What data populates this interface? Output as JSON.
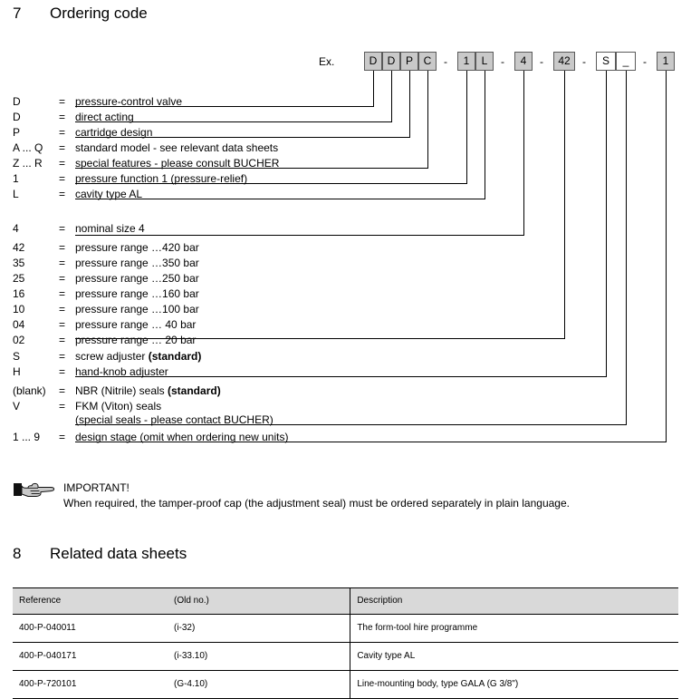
{
  "sections": {
    "ordering_code": {
      "number": "7",
      "title": "Ordering code"
    },
    "related_sheets": {
      "number": "8",
      "title": "Related data sheets"
    }
  },
  "example": {
    "label": "Ex.",
    "boxes": [
      {
        "text": "D",
        "filled": true
      },
      {
        "text": "D",
        "filled": true
      },
      {
        "text": "P",
        "filled": true
      },
      {
        "text": "C",
        "filled": true
      },
      {
        "text": "1",
        "filled": true
      },
      {
        "text": "L",
        "filled": true
      },
      {
        "text": "4",
        "filled": true
      },
      {
        "text": "42",
        "filled": true
      },
      {
        "text": "S",
        "filled": false
      },
      {
        "text": "_",
        "filled": false
      },
      {
        "text": "1",
        "filled": true
      }
    ],
    "separator": "-"
  },
  "legend": [
    {
      "code": "D",
      "eq": "=",
      "text": "pressure-control valve"
    },
    {
      "code": "D",
      "eq": "=",
      "text": "direct acting"
    },
    {
      "code": "P",
      "eq": "=",
      "text": "cartridge design"
    },
    {
      "code": "A ... Q",
      "eq": "=",
      "text": "standard model - see relevant data sheets"
    },
    {
      "code": "Z ... R",
      "eq": "=",
      "text": "special features - please consult BUCHER"
    },
    {
      "code": "1",
      "eq": "=",
      "text": "pressure function 1 (pressure-relief)"
    },
    {
      "code": "L",
      "eq": "=",
      "text": "cavity type AL"
    },
    {
      "code": "4",
      "eq": "=",
      "text": "nominal size 4"
    },
    {
      "code": "42",
      "eq": "=",
      "text": "pressure range …420 bar"
    },
    {
      "code": "35",
      "eq": "=",
      "text": "pressure range …350 bar"
    },
    {
      "code": "25",
      "eq": "=",
      "text": "pressure range …250 bar"
    },
    {
      "code": "16",
      "eq": "=",
      "text": "pressure range …160 bar"
    },
    {
      "code": "10",
      "eq": "=",
      "text": "pressure range …100 bar"
    },
    {
      "code": "04",
      "eq": "=",
      "text": "pressure range …  40 bar"
    },
    {
      "code": "02",
      "eq": "=",
      "text": "pressure range …  20 bar"
    },
    {
      "code": "S",
      "eq": "=",
      "text": "screw adjuster (standard)",
      "bold_tail": "(standard)",
      "plain_head": "screw adjuster "
    },
    {
      "code": "H",
      "eq": "=",
      "text": "hand-knob adjuster"
    },
    {
      "code": "(blank)",
      "eq": "=",
      "text": "NBR (Nitrile) seals  (standard)",
      "bold_tail": "(standard)",
      "plain_head": "NBR (Nitrile) seals  "
    },
    {
      "code": "V",
      "eq": "=",
      "text": "FKM (Viton) seals"
    },
    {
      "code": "",
      "eq": "",
      "text": "(special seals - please contact BUCHER)"
    },
    {
      "code": "1 ... 9",
      "eq": "=",
      "text": "design stage (omit when ordering new units)"
    }
  ],
  "important": {
    "icon": "pointing-hand-icon",
    "title": "IMPORTANT!",
    "text": "When required, the tamper-proof cap (the adjustment seal) must be ordered separately in plain language."
  },
  "table": {
    "headers": [
      "Reference",
      "(Old no.)",
      "Description"
    ],
    "rows": [
      [
        "400-P-040011",
        "(i-32)",
        "The form-tool hire programme"
      ],
      [
        "400-P-040171",
        "(i-33.10)",
        "Cavity type AL"
      ],
      [
        "400-P-720101",
        "(G-4.10)",
        "Line-mounting body, type GALA  (G 3/8\")"
      ]
    ]
  },
  "colors": {
    "box_fill": "#c9c9c9",
    "box_border": "#5a5a5a",
    "table_header_bg": "#d9d9d9",
    "line": "#000000"
  }
}
